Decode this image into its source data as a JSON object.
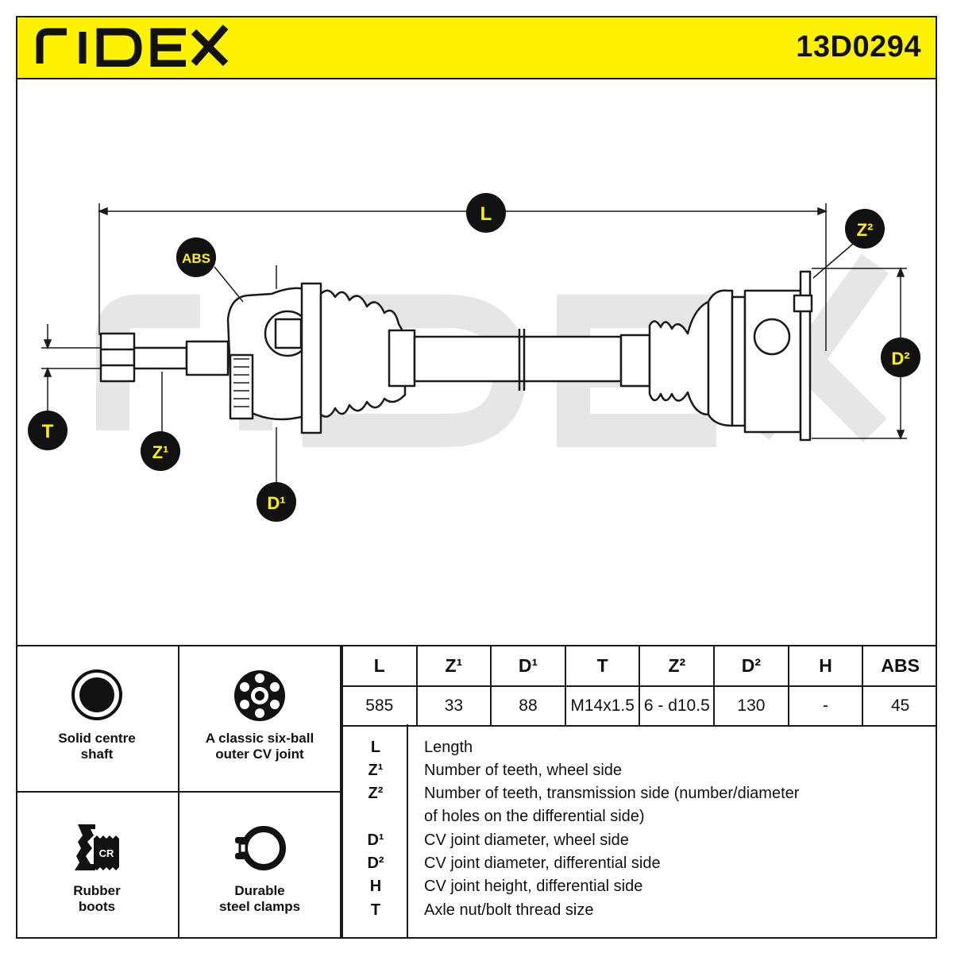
{
  "header": {
    "brand": "RIDEX",
    "part_number": "13D0294"
  },
  "colors": {
    "header_bg": "#fff200",
    "badge_bg": "#111111",
    "badge_text": "#fff200",
    "line": "#1a1a1a"
  },
  "drawing": {
    "callouts": {
      "L": "L",
      "Z1": "Z¹",
      "Z2": "Z²",
      "D1": "D¹",
      "D2": "D²",
      "T": "T",
      "ABS": "ABS"
    }
  },
  "features": [
    {
      "icon": "solid-shaft-icon",
      "label": "Solid centre\nshaft"
    },
    {
      "icon": "six-ball-joint-icon",
      "label": "A classic six-ball\nouter CV joint"
    },
    {
      "icon": "rubber-boot-icon",
      "label": "Rubber\nboots",
      "badge": "CR"
    },
    {
      "icon": "steel-clamp-icon",
      "label": "Durable\nsteel clamps"
    }
  ],
  "spec_table": {
    "headers": [
      "L",
      "Z¹",
      "D¹",
      "T",
      "Z²",
      "D²",
      "H",
      "ABS"
    ],
    "values": [
      "585",
      "33",
      "88",
      "M14x1.5",
      "6 - d10.5",
      "130",
      "-",
      "45"
    ]
  },
  "legend": [
    {
      "symbol": "L",
      "description": "Length"
    },
    {
      "symbol": "Z¹",
      "description": "Number of teeth, wheel side"
    },
    {
      "symbol": "Z²",
      "description": "Number of teeth, transmission side (number/diameter"
    },
    {
      "symbol": "",
      "description": "of holes on the differential side)"
    },
    {
      "symbol": "D¹",
      "description": "CV joint diameter, wheel side"
    },
    {
      "symbol": "D²",
      "description": "CV joint diameter, differential side"
    },
    {
      "symbol": "H",
      "description": "CV joint height, differential side"
    },
    {
      "symbol": "T",
      "description": "Axle nut/bolt thread size"
    }
  ]
}
